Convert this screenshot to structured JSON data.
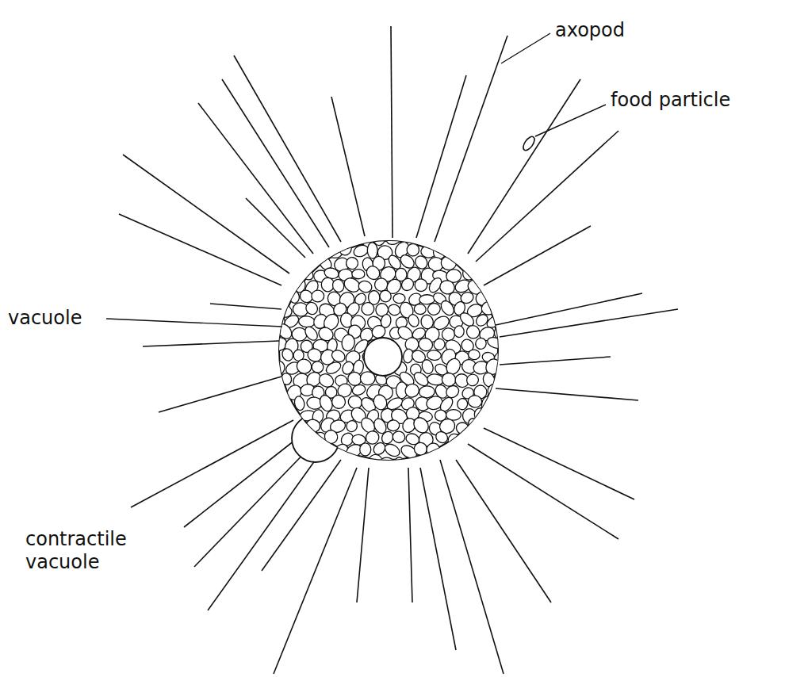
{
  "diagram": {
    "labels": [
      "axopod",
      "food particle",
      "vacuole",
      "contractile vacuole"
    ]
  }
}
